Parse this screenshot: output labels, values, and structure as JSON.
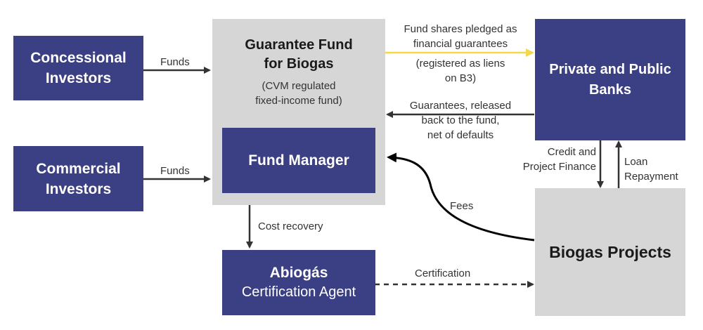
{
  "boxes": {
    "concessional_investors": [
      "Concessional",
      "Investors"
    ],
    "commercial_investors": [
      "Commercial",
      "Investors"
    ],
    "guarantee_fund": {
      "title": [
        "Guarantee Fund",
        "for Biogas"
      ],
      "subtitle": [
        "(CVM regulated",
        "fixed-income fund)"
      ]
    },
    "fund_manager": "Fund Manager",
    "banks": [
      "Private and Public",
      "Banks"
    ],
    "biogas_projects": "Biogas Projects",
    "abiogas": {
      "name": "Abiogás",
      "role": "Certification Agent"
    }
  },
  "labels": {
    "funds_top": "Funds",
    "funds_bottom": "Funds",
    "pledged": [
      "Fund shares pledged as",
      "financial guarantees"
    ],
    "liens": [
      "(registered as liens",
      "on B3)"
    ],
    "guarantees_released": [
      "Guarantees, released",
      "back to the fund,",
      "net of defaults"
    ],
    "credit": [
      "Credit and",
      "Project Finance"
    ],
    "repayment": [
      "Loan",
      "Repayment"
    ],
    "fees": "Fees",
    "cost_recovery": "Cost recovery",
    "certification": "Certification"
  },
  "colors": {
    "navy": "#3b3f83",
    "gray": "#d6d6d6",
    "pledge_arrow": "#f2d84a",
    "arrow": "#333333"
  }
}
